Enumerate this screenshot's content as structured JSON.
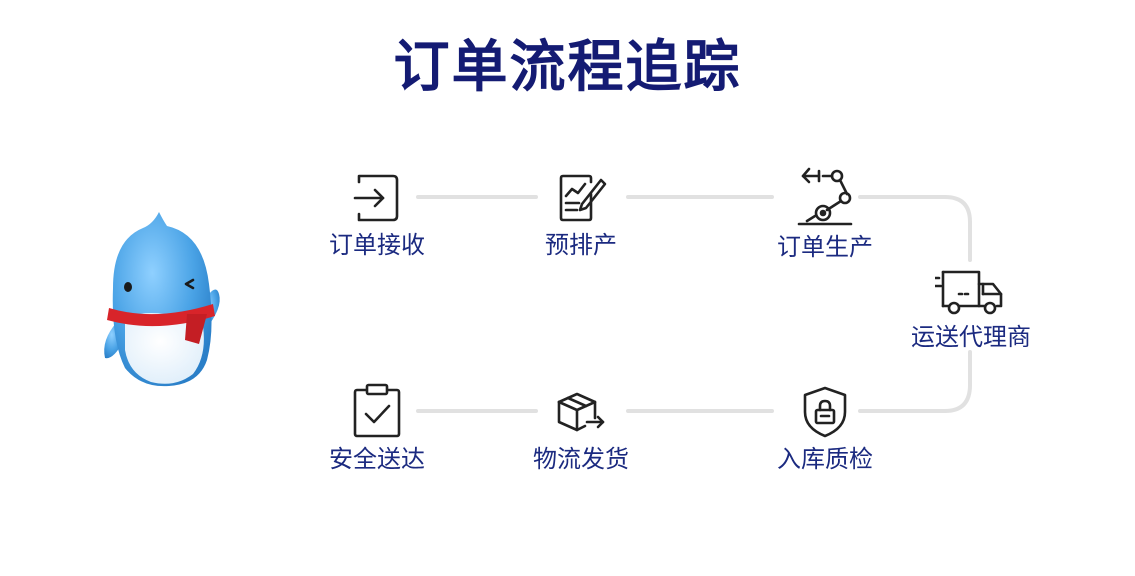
{
  "title": "订单流程追踪",
  "colors": {
    "title": "#141b73",
    "label": "#1b2a80",
    "icon": "#222222",
    "connector": "#e1e1e1",
    "mascot_body": "#4aa3e6",
    "mascot_scarf": "#d8242a"
  },
  "steps": [
    {
      "label": "订单接收",
      "icon": "enter-arrow-icon"
    },
    {
      "label": "预排产",
      "icon": "chart-document-icon"
    },
    {
      "label": "订单生产",
      "icon": "robot-arm-icon"
    },
    {
      "label": "运送代理商",
      "icon": "truck-icon"
    },
    {
      "label": "入库质检",
      "icon": "shield-lock-icon"
    },
    {
      "label": "物流发货",
      "icon": "package-arrow-icon"
    },
    {
      "label": "安全送达",
      "icon": "clipboard-check-icon"
    }
  ]
}
